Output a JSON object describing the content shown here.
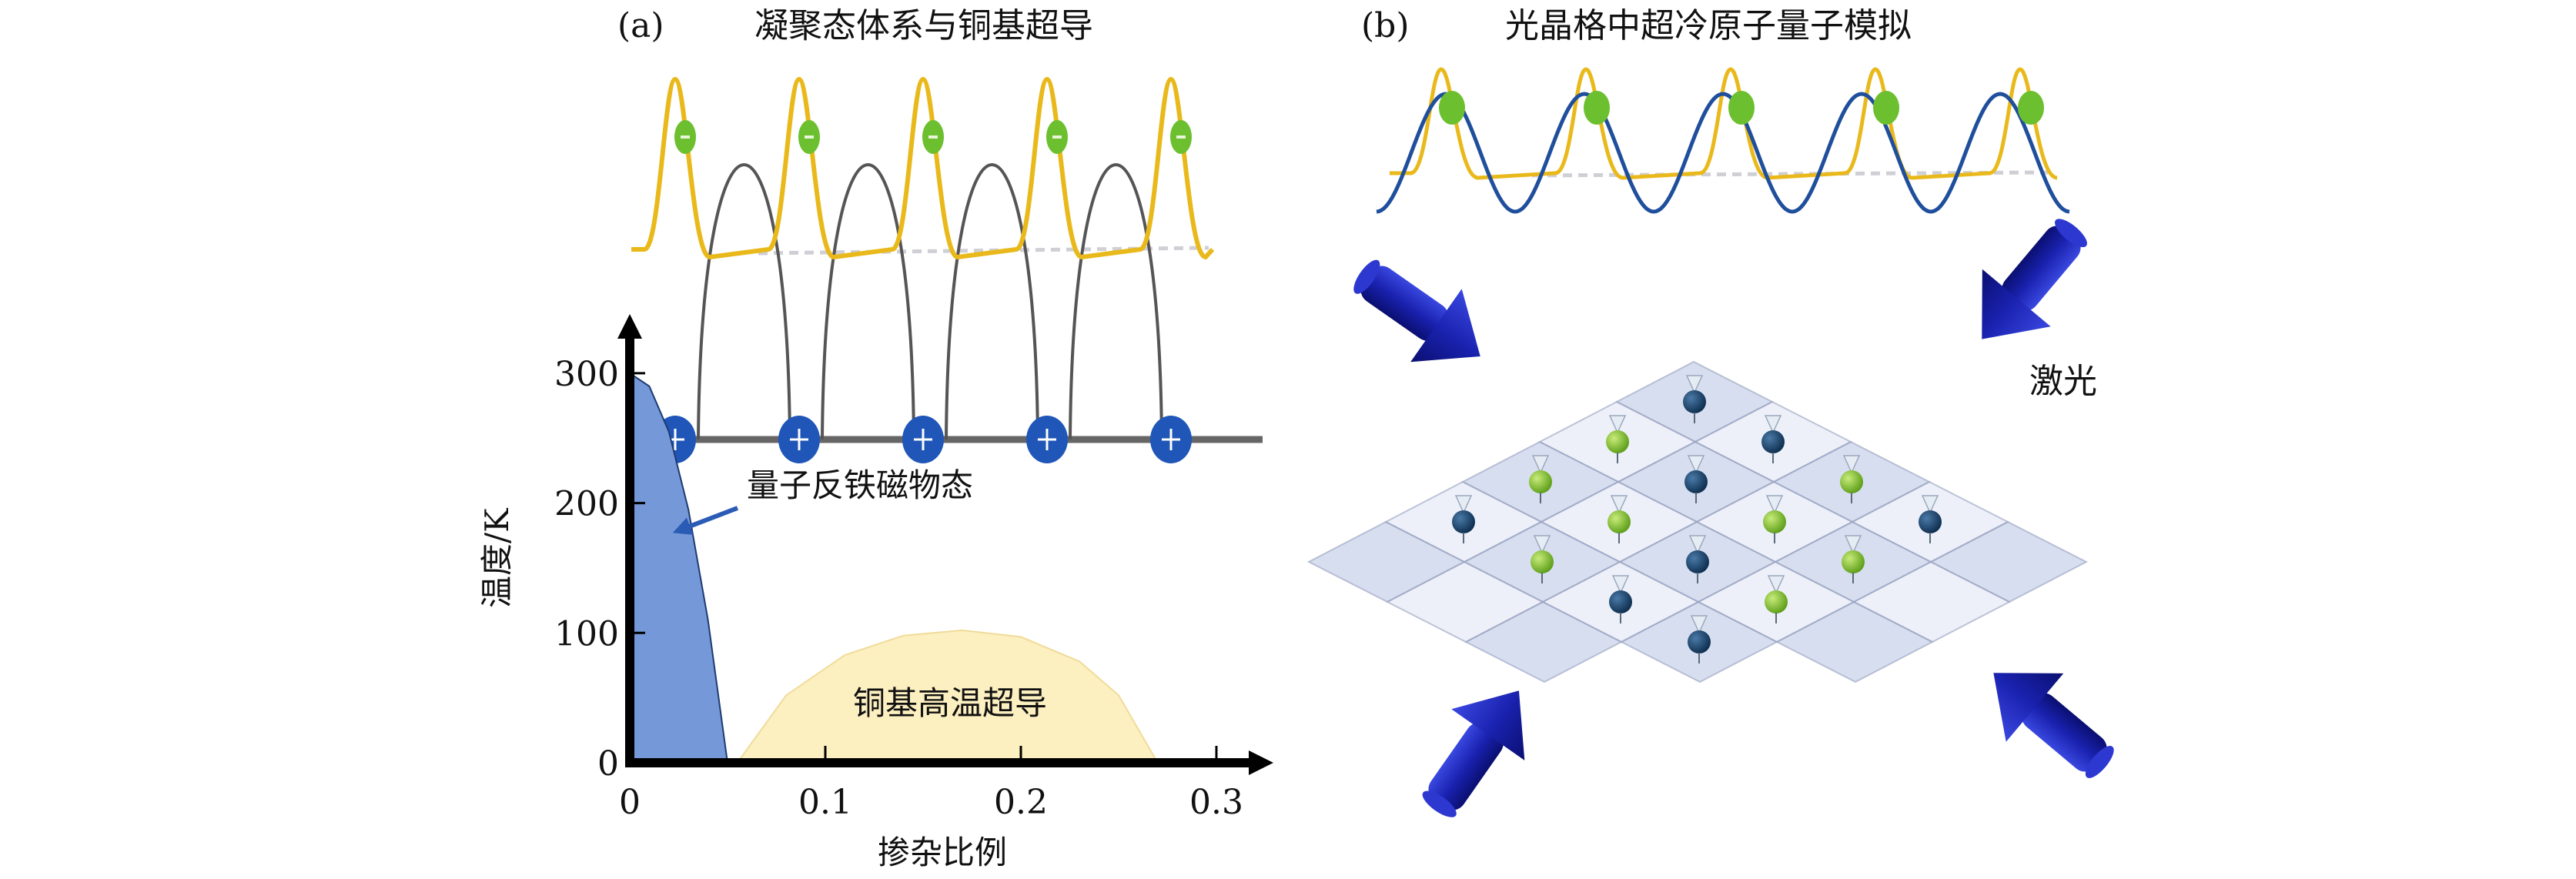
{
  "panel_a": {
    "label": "(a)",
    "title": "凝聚态体系与铜基超导",
    "ion_symbol": "+",
    "electron_symbol": "−",
    "ion_count": 5,
    "electron_count": 5,
    "colors": {
      "ion": "#1f56b8",
      "electron": "#6cbf2e",
      "density": "#e9b91c",
      "potential": "#555555",
      "baseline": "#666666"
    }
  },
  "panel_b": {
    "label": "(b)",
    "title": "光晶格中超冷原子量子模拟",
    "laser_label": "激光",
    "atom_count_wave": 5,
    "colors": {
      "lattice_wave": "#1f4f9c",
      "density": "#e9b91c",
      "atom": "#6cbf2e",
      "laser": "#1a22b0",
      "atom_dark": "#123a5e"
    },
    "lattice_atoms": [
      {
        "type": "dark"
      },
      {
        "type": "green"
      },
      {
        "type": "green"
      },
      {
        "type": "dark"
      },
      {
        "type": "dark"
      },
      {
        "type": "dark"
      },
      {
        "type": "green"
      },
      {
        "type": "green"
      },
      {
        "type": "green"
      },
      {
        "type": "green"
      },
      {
        "type": "dark"
      },
      {
        "type": "dark"
      },
      {
        "type": "dark"
      },
      {
        "type": "green"
      },
      {
        "type": "green"
      },
      {
        "type": "dark"
      }
    ]
  },
  "chart_data": {
    "type": "area",
    "title": "",
    "xlabel": "掺杂比例",
    "ylabel": "温度/K",
    "xlim": [
      0,
      0.32
    ],
    "ylim": [
      0,
      330
    ],
    "xticks": [
      "0",
      "0.1",
      "0.2",
      "0.3"
    ],
    "xtick_values": [
      0,
      0.1,
      0.2,
      0.3
    ],
    "yticks": [
      "0",
      "100",
      "200",
      "300"
    ],
    "ytick_values": [
      0,
      100,
      200,
      300
    ],
    "grid": false,
    "series": [
      {
        "name": "量子反铁磁物态",
        "color": "#7598d8",
        "x": [
          0,
          0.01,
          0.02,
          0.03,
          0.04,
          0.045,
          0.05
        ],
        "y": [
          300,
          290,
          255,
          195,
          110,
          55,
          0
        ]
      },
      {
        "name": "铜基高温超导",
        "color": "#fcefc0",
        "x": [
          0.055,
          0.08,
          0.11,
          0.14,
          0.17,
          0.2,
          0.23,
          0.25,
          0.27
        ],
        "y": [
          0,
          52,
          83,
          98,
          102,
          97,
          78,
          52,
          0
        ]
      }
    ],
    "annotations": [
      {
        "text": "量子反铁磁物态",
        "arrow_to": [
          0.02,
          190
        ]
      },
      {
        "text": "铜基高温超导"
      }
    ]
  }
}
